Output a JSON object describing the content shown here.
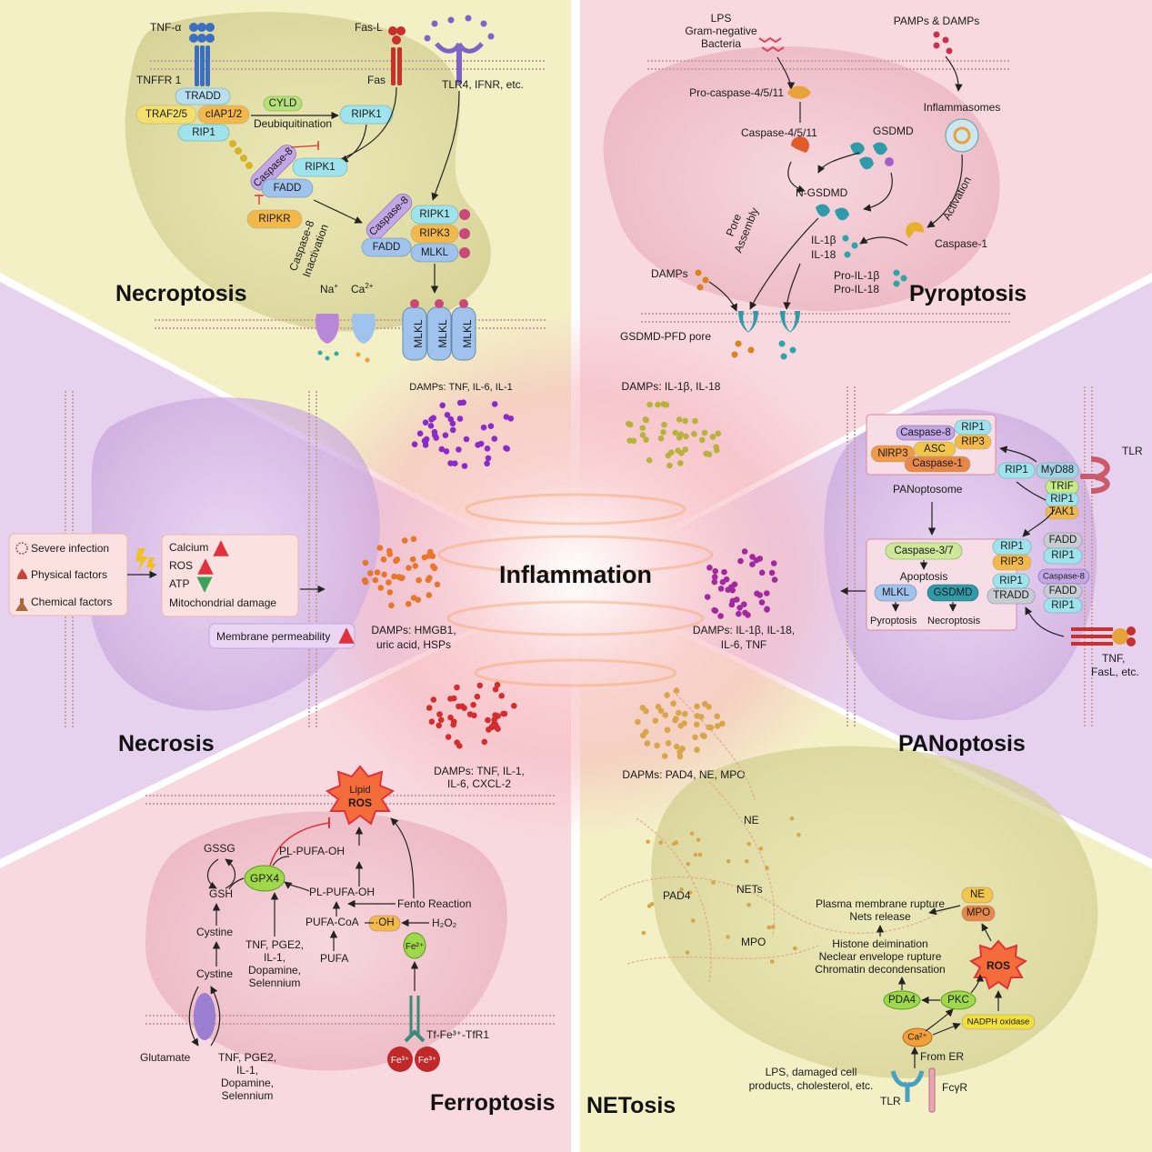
{
  "center": {
    "title": "Inflammation"
  },
  "sections": {
    "necroptosis": {
      "title": "Necroptosis",
      "labels": {
        "tnfa": "TNF-α",
        "tnffr": "TNFFR 1",
        "tradd": "TRADD",
        "traf": "TRAF2/5",
        "ciap": "cIAP1/2",
        "rip1": "RIP1",
        "cyld": "CYLD",
        "deubiq": "Deubiquitination",
        "ripk1_a": "RIPK1",
        "fasl": "Fas-L",
        "fas": "Fas",
        "tlr4": "TLR4, IFNR, etc.",
        "casp8_a": "Caspase-8",
        "ripk1_b": "RIPK1",
        "fadd_a": "FADD",
        "ripkr": "RIPKR",
        "casp8_inact": "Caspase-8",
        "inactivation": "Inactivation",
        "casp8_b": "Caspase-8",
        "fadd_b": "FADD",
        "ripk1_c": "RIPK1",
        "ripk3": "RIPK3",
        "mlkl": "MLKL",
        "na": "Na",
        "ca": "Ca",
        "mlkl_pore": "MLKL"
      }
    },
    "pyroptosis": {
      "title": "Pyroptosis",
      "labels": {
        "lps": "LPS",
        "gram": "Gram-negative",
        "bacteria": "Bacteria",
        "pamps": "PAMPs & DAMPs",
        "procasp": "Pro-caspase-4/5/11",
        "inflammasomes": "Inflammasomes",
        "casp4": "Caspase-4/5/11",
        "gsdmd": "GSDMD",
        "ngsdmd": "N-GSDMD",
        "pore": "Pore",
        "assembly": "Assembly",
        "activation": "Activation",
        "il1b": "IL-1β",
        "il18": "IL-18",
        "casp1": "Caspase-1",
        "damps": "DAMPs",
        "proil1b": "Pro-IL-1β",
        "proil18": "Pro-IL-18",
        "pore_label": "GSDMD-PFD pore"
      }
    },
    "necrosis": {
      "title": "Necrosis",
      "causes": [
        "Severe infection",
        "Physical factors",
        "Chemical factors"
      ],
      "effects": [
        "Calcium",
        "ROS",
        "ATP",
        "Mitochondrial damage"
      ],
      "membrane": "Membrane permeability"
    },
    "panoptosis": {
      "title": "PANoptosis",
      "labels": {
        "casp8": "Caspase-8",
        "rip1": "RIP1",
        "rip3": "RIP3",
        "nlrp3": "NlRP3",
        "asc": "ASC",
        "casp1": "Caspase-1",
        "tlr": "TLR",
        "rip1_b": "RIP1",
        "myd88": "MyD88",
        "trif": "TRIF",
        "rip1_c": "RIP1",
        "tak1": "TAK1",
        "panoptosome": "PANoptosome",
        "casp37": "Caspase-3/7",
        "apoptosis": "Apoptosis",
        "mlkl": "MLKL",
        "gsdmd": "GSDMD",
        "pyroptosis": "Pyroptosis",
        "necroptosis": "Necroptosis",
        "rip1_d": "RIP1",
        "rip3_b": "RIP3",
        "fadd": "FADD",
        "rip1_e": "RIP1",
        "rip1_f": "RIP1",
        "tradd": "TRADD",
        "casp8_b": "Caspase-8",
        "fadd_b": "FADD",
        "rip1_g": "RIP1",
        "tnf": "TNF,",
        "fasl": "FasL, etc."
      }
    },
    "ferroptosis": {
      "title": "Ferroptosis",
      "labels": {
        "lipid": "Lipid",
        "ros": "ROS",
        "gssg": "GSSG",
        "gsh": "GSH",
        "gpx4": "GPX4",
        "plpufaoh": "PL-PUFA-OH",
        "plpufaooh": "PL-PUFA-OH",
        "fento": "Fento Reaction",
        "pufacoa": "PUFA-CoA",
        "oh": "·OH",
        "h2o2": "H₂O₂",
        "cystine1": "Cystine",
        "cystine2": "Cystine",
        "mods1": [
          "TNF, PGE2,",
          "IL-1,",
          "Dopamine,",
          "Selennium"
        ],
        "pufa": "PUFA",
        "fe2": "Fe²⁺",
        "glutamate": "Glutamate",
        "mods2": [
          "TNF, PGE2,",
          "IL-1,",
          "Dopamine,",
          "Selennium"
        ],
        "tf": "Tf-Fe³⁺-TfR1",
        "fe3": "Fe³⁺"
      }
    },
    "netosis": {
      "title": "NETosis",
      "labels": {
        "ne_top": "NE",
        "pad4": "PAD4",
        "nets": "NETs",
        "mpo": "MPO",
        "rupture": "Plasma membrane rupture",
        "release": "Nets release",
        "ne": "NE",
        "mpo_pill": "MPO",
        "histone": "Histone deimination",
        "nuclear": "Neclear envelope rupture",
        "chromatin": "Chromatin decondensation",
        "ros": "ROS",
        "pda4": "PDA4",
        "pkc": "PKC",
        "ca": "Ca²⁺",
        "nadph": "NADPH oxidase",
        "from_er": "From ER",
        "stimuli1": "LPS,  damaged cell",
        "stimuli2": "products, cholesterol, etc.",
        "tlr": "TLR",
        "fcyr": "FcγR"
      }
    }
  },
  "damps": {
    "necroptosis": "DAMPs: TNF, IL-6, IL-1",
    "pyroptosis": "DAMPs: IL-1β, IL-18",
    "necrosis": [
      "DAMPs: HMGB1,",
      "uric acid, HSPs"
    ],
    "panoptosis": [
      "DAMPs: IL-1β, IL-18,",
      "IL-6, TNF"
    ],
    "ferroptosis": [
      "DAMPs: TNF, IL-1,",
      "IL-6, CXCL-2"
    ],
    "netosis": "DAPMs: PAD4, NE, MPO"
  },
  "colors": {
    "necroptosis_bg": "#f2efc4",
    "pyroptosis_bg": "#f7d5dc",
    "necrosis_bg": "#e4cdee",
    "panoptosis_bg": "#e4cdee",
    "ferroptosis_bg": "#f7d5dc",
    "netosis_bg": "#f2efc4",
    "cyan_pill": "#9fe3ec",
    "yellow_pill": "#f2c64a",
    "purple_pill": "#c2a6e6",
    "green_pill": "#b6e07a",
    "orange_pill": "#f19a4a",
    "red_dot": "#d12e2e",
    "purple_dot": "#8a2bc9",
    "olive_dot": "#b7b23b",
    "orange_dot": "#e8762a"
  }
}
